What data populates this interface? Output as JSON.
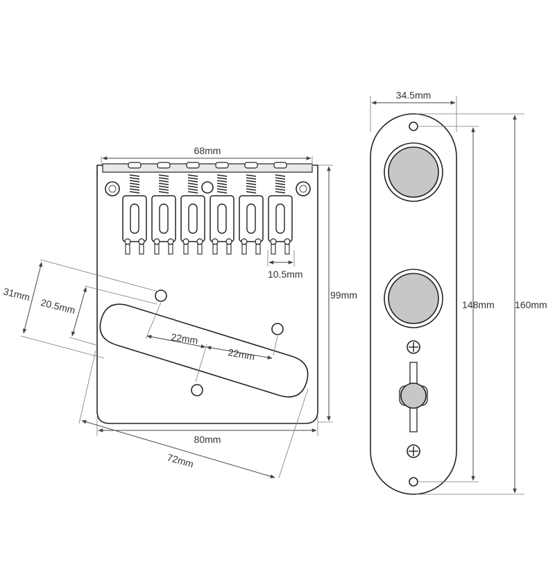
{
  "diagram": {
    "bridge": {
      "width_top": "68mm",
      "height": "99mm",
      "width_bottom": "80mm",
      "pickup_length": "72mm",
      "outer_span": "31mm",
      "inner_span": "20.5mm",
      "pickup_spacing_left": "22mm",
      "pickup_spacing_right": "22mm",
      "saddle_spacing": "10.5mm"
    },
    "control_plate": {
      "width": "34.5mm",
      "hole_spacing": "148mm",
      "length": "160mm"
    }
  }
}
